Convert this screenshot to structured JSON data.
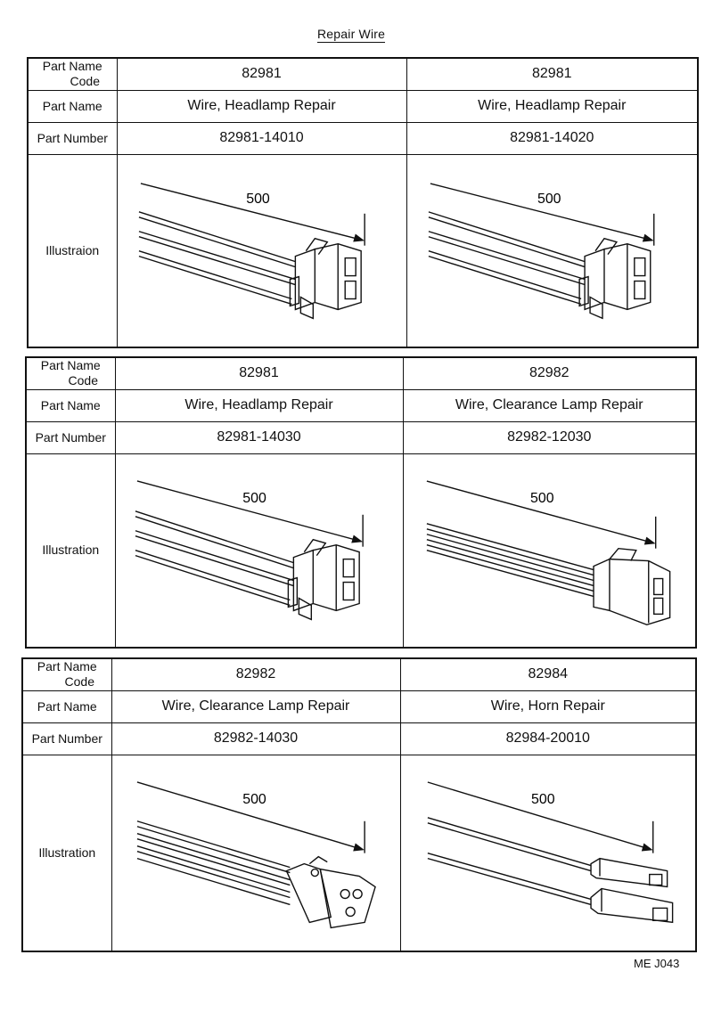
{
  "page_title": "Repair Wire",
  "labels": {
    "code_line1": "Part Name",
    "code_line2": "Code",
    "part_name": "Part Name",
    "part_number": "Part Number",
    "illustration_variants": [
      "Illustraion",
      "Illustration",
      "Illustration"
    ]
  },
  "blocks": [
    {
      "items": [
        {
          "code": "82981",
          "name": "Wire, Headlamp Repair",
          "number": "82981-14010",
          "length": "500",
          "connector": "headlamp"
        },
        {
          "code": "82981",
          "name": "Wire, Headlamp Repair",
          "number": "82981-14020",
          "length": "500",
          "connector": "headlamp"
        }
      ]
    },
    {
      "items": [
        {
          "code": "82981",
          "name": "Wire, Headlamp Repair",
          "number": "82981-14030",
          "length": "500",
          "connector": "headlamp"
        },
        {
          "code": "82982",
          "name": "Wire, Clearance Lamp Repair",
          "number": "82982-12030",
          "length": "500",
          "connector": "clearance-block"
        }
      ]
    },
    {
      "items": [
        {
          "code": "82982",
          "name": "Wire, Clearance Lamp Repair",
          "number": "82982-14030",
          "length": "500",
          "connector": "triangular"
        },
        {
          "code": "82984",
          "name": "Wire, Horn Repair",
          "number": "82984-20010",
          "length": "500",
          "connector": "horn-pair"
        }
      ]
    }
  ],
  "footer_code": "ME  J043"
}
